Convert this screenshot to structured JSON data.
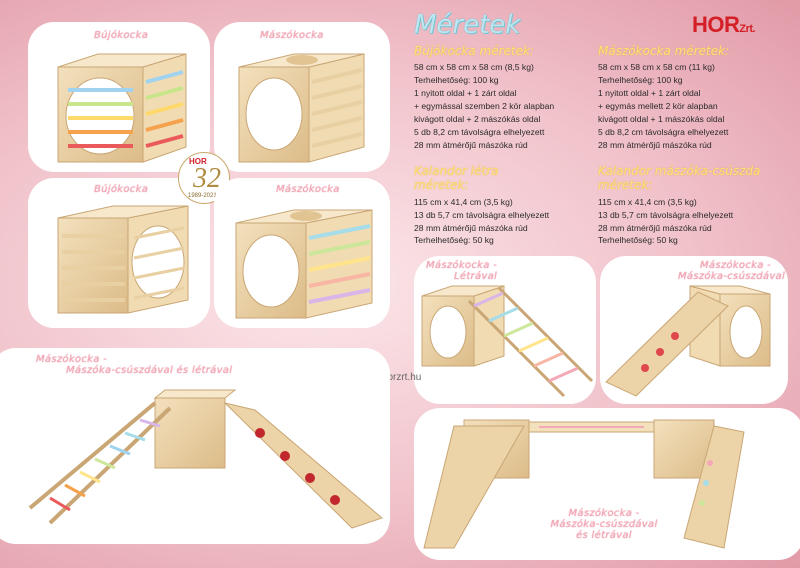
{
  "brand": {
    "logo_main": "HOR",
    "logo_suffix": "Zrt.",
    "badge_brand": "HOR",
    "badge_years": "1989-2021",
    "badge_number": "32"
  },
  "page_title": "Méretek",
  "website": "www.horzrt.hu",
  "cards": {
    "card1": "Bújókocka",
    "card2": "Mászókocka",
    "card3": "Bújókocka",
    "card4": "Mászókocka",
    "card5_line1": "Mászókocka -",
    "card5_line2": "Létrával",
    "card6_line1": "Mászókocka -",
    "card6_line2": "Mászóka-csúszdával",
    "card7_line1": "Mászókocka -",
    "card7_line2": "Mászóka-csúszdával és létrával",
    "card8_line1": "Mászókocka -",
    "card8_line2": "Mászóka-csúszdával",
    "card8_line3": "és létrával"
  },
  "specs": {
    "bujo": {
      "heading": "Bújókocka méretek:",
      "lines": [
        "58 cm x 58 cm x 58 cm (8,5 kg)",
        "Terhelhetőség: 100 kg",
        "1 nyitott oldal + 1 zárt oldal",
        "+ egymással szemben 2 kör alapban",
        "kivágott oldal + 2 mászókás oldal",
        "5 db 8,2 cm távolságra elhelyezett",
        "28 mm átmérőjű mászóka rúd"
      ]
    },
    "maszo": {
      "heading": "Mászókocka méretek:",
      "lines": [
        "58 cm x 58 cm x 58 cm (11 kg)",
        "Terhelhetőség: 100 kg",
        "1 nyitott oldal + 1 zárt oldal",
        "+ egymás mellett 2 kör alapban",
        "kivágott oldal + 1 mászókás oldal",
        "5 db 8,2 cm távolságra elhelyezett",
        "28 mm átmérőjű mászóka rúd"
      ]
    },
    "letra": {
      "heading_line1": "Kalandor létra",
      "heading_line2": "méretek:",
      "lines": [
        "115 cm x 41,4 cm (3,5 kg)",
        "13 db 5,7 cm távolságra elhelyezett",
        "28 mm átmérőjű mászóka rúd",
        "Terhelhetőség: 50 kg"
      ]
    },
    "csuszda": {
      "heading_line1": "Kalandor mászóka-csúszda",
      "heading_line2": "méretek:",
      "lines": [
        "115 cm x 41,4 cm (3,5 kg)",
        "13 db 5,7 cm távolságra elhelyezett",
        "28 mm átmérőjű mászóka rúd",
        "Terhelhetőség: 50 kg"
      ]
    }
  },
  "colors": {
    "wood": "#ecd3a8",
    "wood_dark": "#c9a674",
    "label_pink": "#f4a9b7",
    "heading_yellow": "#ffe27a",
    "title_blue": "#bde6ef",
    "logo_red": "#d41f26"
  }
}
